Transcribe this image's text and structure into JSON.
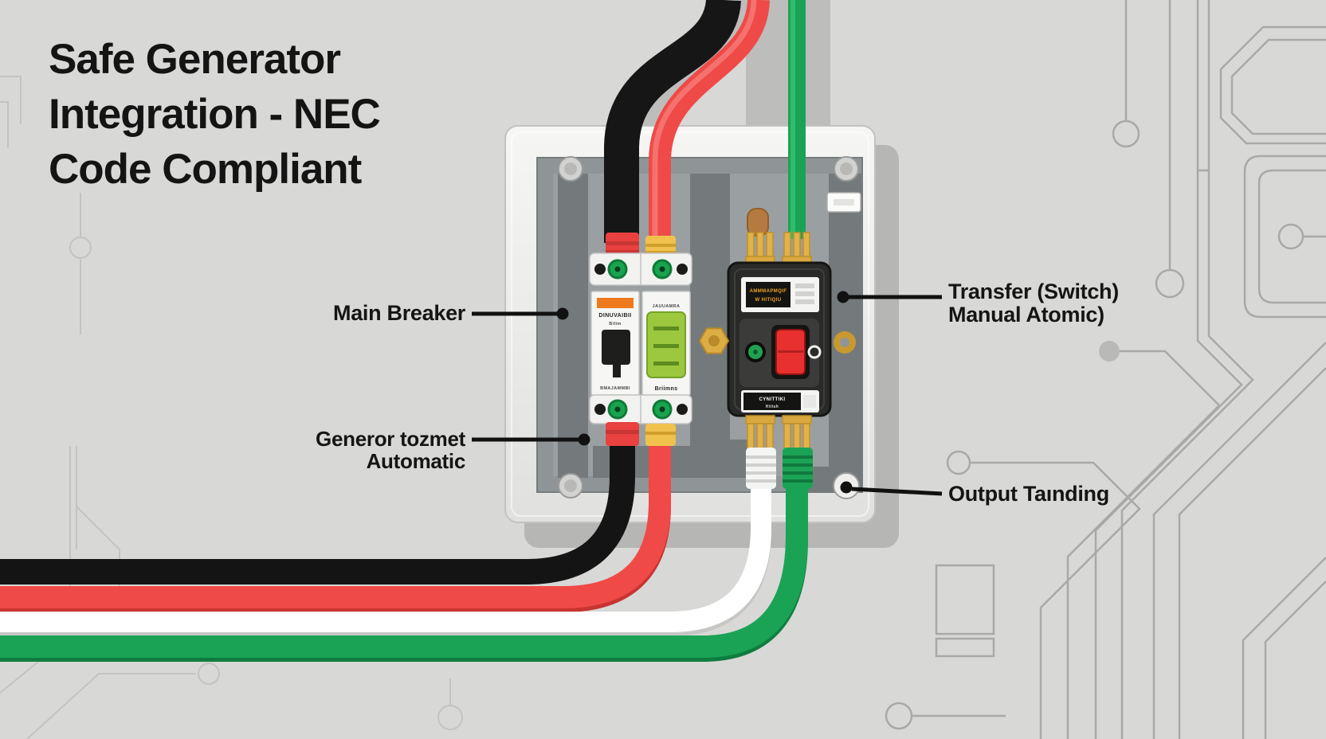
{
  "title": {
    "line1": "Safe Generator",
    "line2": "Integration - NEC",
    "line3": "Code Compliant"
  },
  "callouts": {
    "main_breaker": {
      "label": "Main Breaker"
    },
    "generator": {
      "label_line1": "Generor tozmet",
      "label_line2": "Automatic"
    },
    "transfer_switch": {
      "label_line1": "Transfer (Switch)",
      "label_line2": "Manual Atomic)"
    },
    "output": {
      "label": "Output Taınding"
    }
  },
  "devices": {
    "breaker_left": {
      "line1": "DINUVAIBII",
      "line2": "Bilim",
      "line3": "BMAJAMMBI"
    },
    "breaker_right": {
      "line1": "JAUUAMRA",
      "line2": "Briimns"
    },
    "transfer_switch": {
      "display_line1": "AMMMAPMQIF",
      "display_line2": "W HITIQIU",
      "panel_line1": "CYNITTIKI",
      "panel_line2": "Hitiuh"
    }
  },
  "colors": {
    "background": "#d8d8d6",
    "circuit_trace": "#a9a9a7",
    "wire_black": "#161616",
    "wire_red": "#ef4a47",
    "wire_white": "#ffffff",
    "wire_green": "#1ba355",
    "sleeve_red": "#e8413f",
    "sleeve_yellow": "#f0c24d",
    "breaker_stripe_orange": "#ef7a1e",
    "rocker_green": "#9cc83f",
    "button_red": "#e8312f",
    "panel_plate": "#8f9596",
    "amber_display_text": "#f0a21c"
  }
}
